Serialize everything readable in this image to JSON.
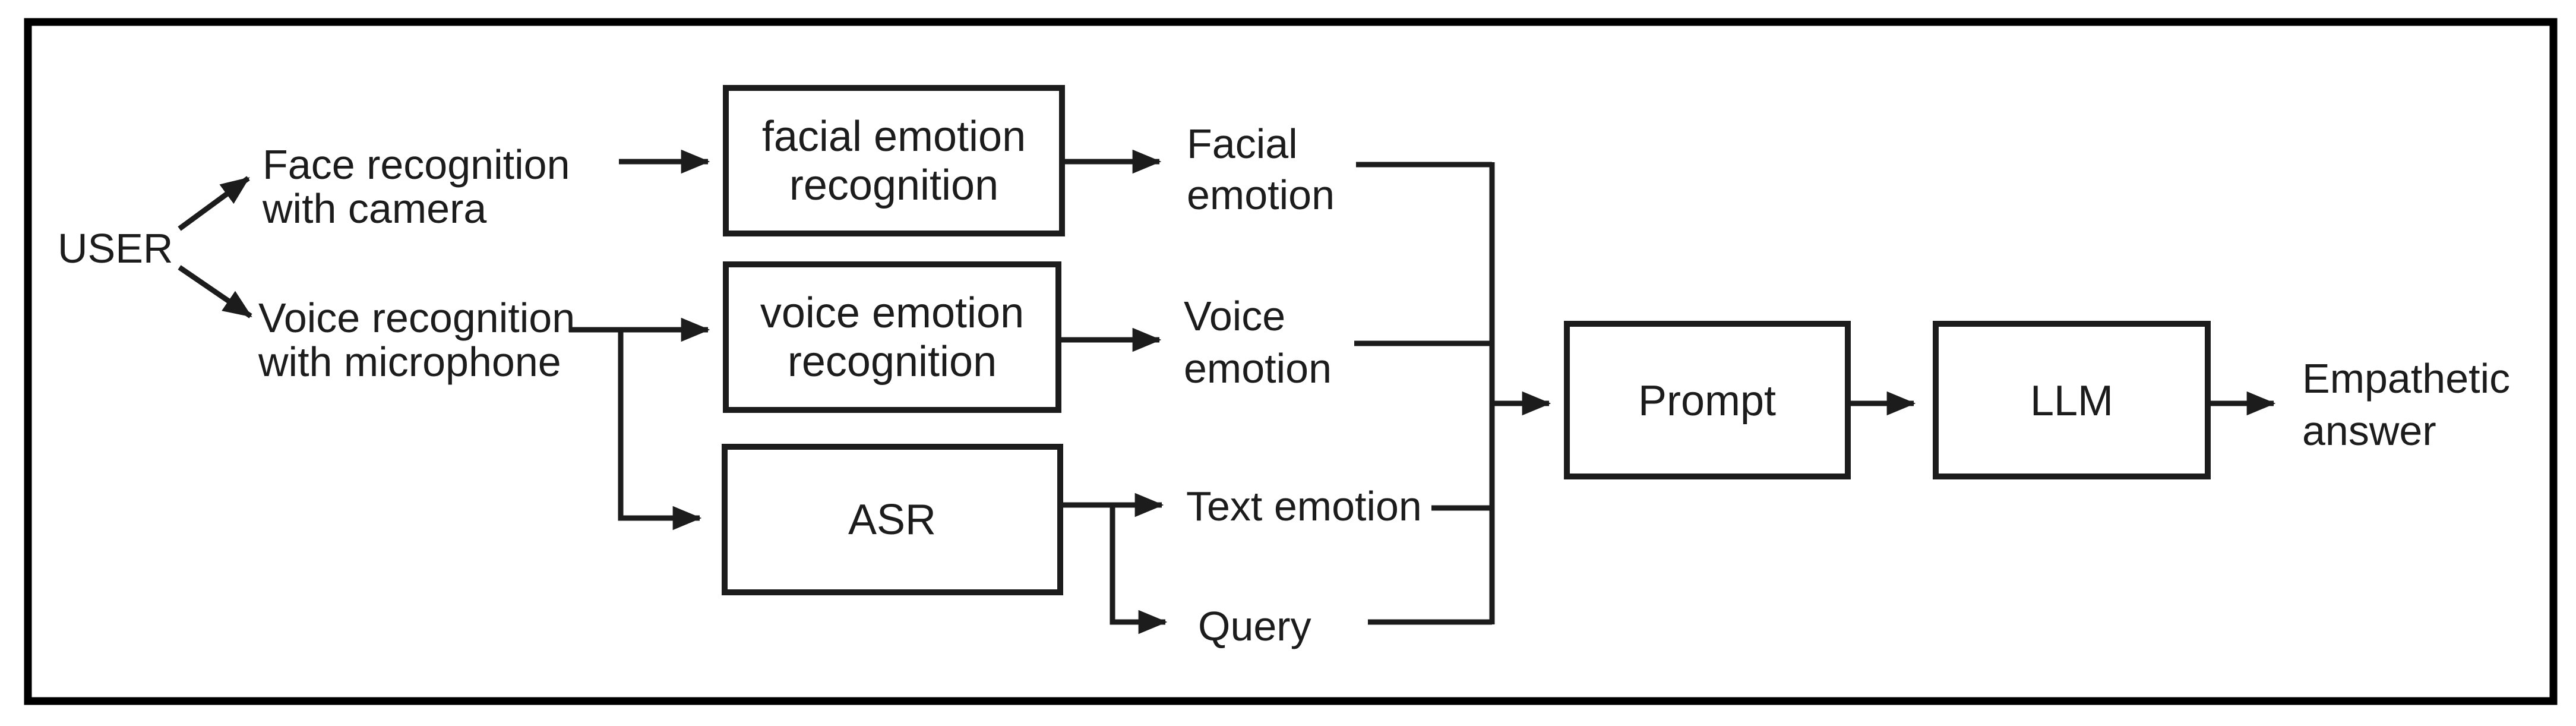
{
  "diagram": {
    "title_semantic": "empathetic-llm-pipeline",
    "user_label": "USER",
    "inputs": {
      "face": {
        "line1": "Face recognition",
        "line2": "with camera"
      },
      "voice": {
        "line1": "Voice recognition",
        "line2": "with microphone"
      }
    },
    "boxes": {
      "facial_emotion_recognition": {
        "line1": "facial emotion",
        "line2": "recognition"
      },
      "voice_emotion_recognition": {
        "line1": "voice emotion",
        "line2": "recognition"
      },
      "asr": {
        "label": "ASR"
      },
      "prompt": {
        "label": "Prompt"
      },
      "llm": {
        "label": "LLM"
      }
    },
    "outputs": {
      "facial_emotion": {
        "line1": "Facial",
        "line2": "emotion"
      },
      "voice_emotion": {
        "line1": "Voice",
        "line2": "emotion"
      },
      "text_emotion": {
        "label": "Text emotion"
      },
      "query": {
        "label": "Query"
      },
      "empathetic_answer": {
        "line1": "Empathetic",
        "line2": "answer"
      }
    },
    "colors": {
      "line_stroke": "#1c1c1c",
      "frame_stroke": "#000000",
      "background": "#ffffff",
      "box_fill": "#ffffff"
    }
  }
}
